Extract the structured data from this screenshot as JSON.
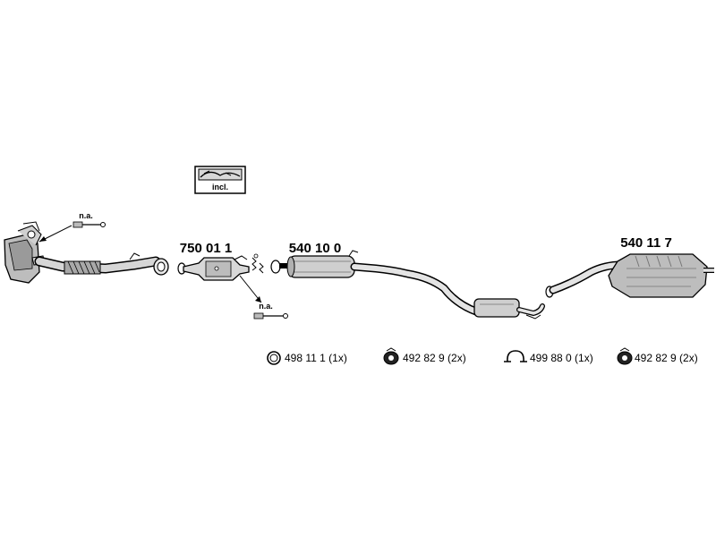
{
  "parts": {
    "catalyst": "750 01 1",
    "middle_silencer": "540 10 0",
    "rear_silencer": "540 11 7"
  },
  "labels": {
    "incl": "incl.",
    "na_top": "n.a.",
    "na_bottom": "n.a."
  },
  "legend": [
    {
      "icon": "ring-icon",
      "text": "498 11 1 (1x)"
    },
    {
      "icon": "rubber-hanger-icon",
      "text": "492 82 9 (2x)"
    },
    {
      "icon": "clamp-icon",
      "text": "499 88 0 (1x)"
    },
    {
      "icon": "rubber-hanger-icon",
      "text": "492 82 9 (2x)"
    }
  ]
}
